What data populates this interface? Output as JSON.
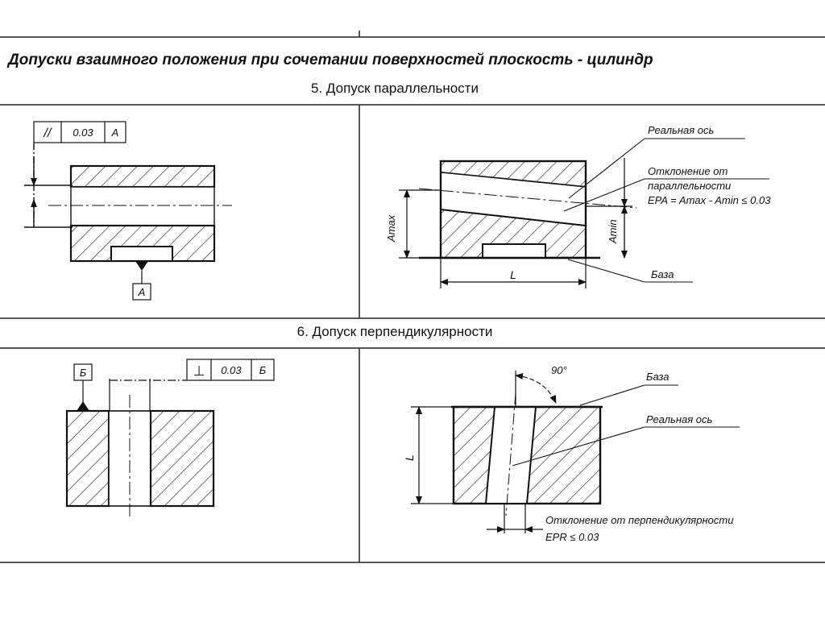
{
  "header": {
    "title": "Допуски взаимного положения при сочетании поверхностей плоскость - цилиндр"
  },
  "section5": {
    "heading": "5. Допуск параллельности",
    "left": {
      "frame_symbol": "//",
      "frame_value": "0.03",
      "frame_datum": "A",
      "datum_label": "A"
    },
    "right": {
      "real_axis": "Реальная ось",
      "deviation_line1": "Отклонение от",
      "deviation_line2": "параллельности",
      "formula": "EPA = Amax - Amin ≤ 0.03",
      "amax": "Amax",
      "amin": "Amin",
      "length": "L",
      "base": "База"
    }
  },
  "section6": {
    "heading": "6. Допуск перпендикулярности",
    "left": {
      "datum_label": "Б",
      "frame_symbol": "⊥",
      "frame_value": "0.03",
      "frame_datum": "Б"
    },
    "right": {
      "angle": "90°",
      "base": "База",
      "real_axis": "Реальная ось",
      "length": "L",
      "deviation": "Отклонение от перпендикулярности",
      "formula": "EPR ≤ 0.03"
    }
  }
}
